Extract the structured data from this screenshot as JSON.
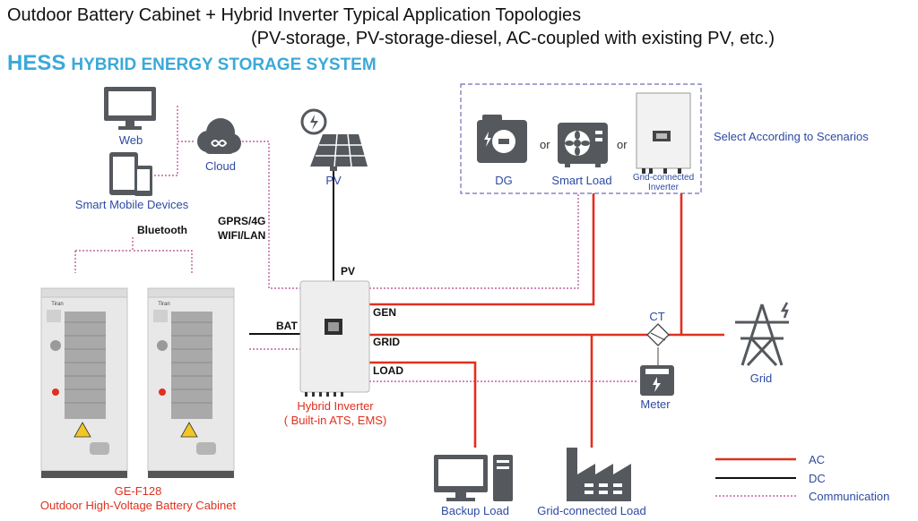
{
  "title": {
    "line1": "Outdoor Battery Cabinet + Hybrid Inverter Typical Application Topologies",
    "line2": "(PV-storage, PV-storage-diesel, AC-coupled with existing PV, etc.)"
  },
  "hess": {
    "abbr": "HESS",
    "full": "HYBRID ENERGY STORAGE SYSTEM"
  },
  "nodes": {
    "web": "Web",
    "cloud": "Cloud",
    "pv": "PV",
    "smart_mobile": "Smart Mobile Devices",
    "bluetooth": "Bluetooth",
    "gprs": "GPRS/4G",
    "wifi": "WIFI/LAN",
    "dg": "DG",
    "smart_load": "Smart Load",
    "grid_inverter_1": "Grid-connected",
    "grid_inverter_2": "Inverter",
    "or1": "or",
    "or2": "or",
    "select_scenarios": "Select According to Scenarios",
    "inverter_pv": "PV",
    "bat": "BAT",
    "gen": "GEN",
    "grid_port": "GRID",
    "load_port": "LOAD",
    "hybrid_inverter": "Hybrid Inverter",
    "hybrid_inverter_sub": "( Built-in ATS, EMS)",
    "ct": "CT",
    "grid": "Grid",
    "meter": "Meter",
    "cabinet_model": "GE-F128",
    "cabinet_desc": "Outdoor High-Voltage Battery Cabinet",
    "cabinet_brand_1": "Tiran",
    "cabinet_brand_2": "Tiran",
    "backup_load": "Backup Load",
    "grid_load": "Grid-connected Load"
  },
  "legend": {
    "ac": "AC",
    "dc": "DC",
    "comm": "Communication"
  },
  "colors": {
    "ac": "#e0301e",
    "dc": "#111111",
    "comm": "#b0488c",
    "icon": "#55595e",
    "accent": "#3aa9d9",
    "label_blue": "#2e4aa3"
  }
}
